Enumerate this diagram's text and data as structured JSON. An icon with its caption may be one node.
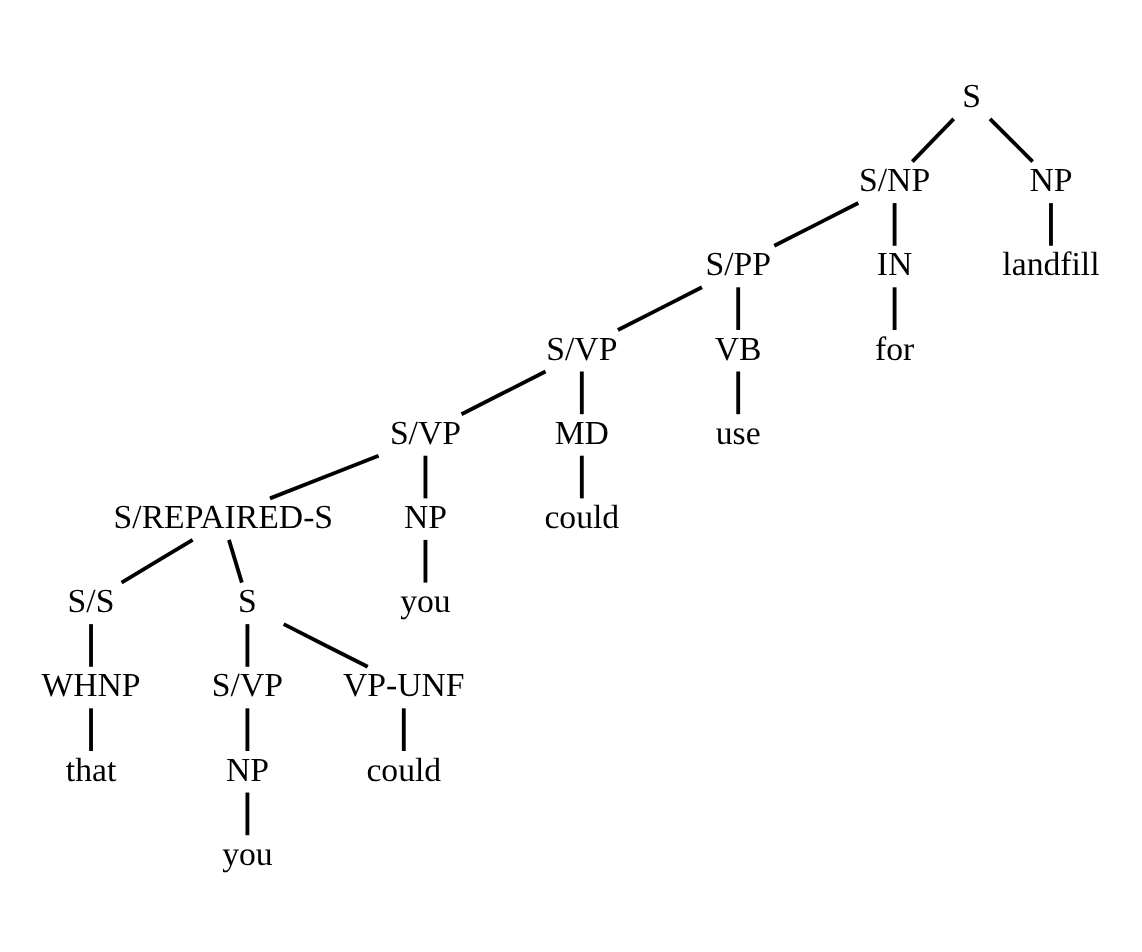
{
  "diagram": {
    "nodes": [
      {
        "text": [
          "S"
        ]
      },
      {
        "text": [
          "S/NP"
        ]
      },
      {
        "text": [
          "NP"
        ]
      },
      {
        "text": [
          "S/PP"
        ]
      },
      {
        "text": [
          "IN"
        ]
      },
      {
        "text": [
          "landfill"
        ]
      },
      {
        "text": [
          "S/VP"
        ]
      },
      {
        "text": [
          "VB"
        ]
      },
      {
        "text": [
          "for"
        ]
      },
      {
        "text": [
          "S/VP"
        ]
      },
      {
        "text": [
          "MD"
        ]
      },
      {
        "text": [
          "use"
        ]
      },
      {
        "text": [
          "S/REPAIRED-S"
        ]
      },
      {
        "text": [
          "NP"
        ]
      },
      {
        "text": [
          "could"
        ]
      },
      {
        "text": [
          "S/S"
        ]
      },
      {
        "text": [
          "S"
        ]
      },
      {
        "text": [
          "you"
        ]
      },
      {
        "text": [
          "WHNP"
        ]
      },
      {
        "text": [
          "S/VP"
        ]
      },
      {
        "text": [
          "VP-UNF"
        ]
      },
      {
        "text": [
          "that"
        ]
      },
      {
        "text": [
          "NP"
        ]
      },
      {
        "text": [
          "could"
        ]
      },
      {
        "text": [
          "you"
        ]
      }
    ],
    "edges": [
      {
        "from": 0,
        "to": 1,
        "arrow": "none"
      },
      {
        "from": 0,
        "to": 2,
        "arrow": "none"
      },
      {
        "from": 1,
        "to": 3,
        "arrow": "none"
      },
      {
        "from": 1,
        "to": 4,
        "arrow": "none"
      },
      {
        "from": 2,
        "to": 5,
        "arrow": "none"
      },
      {
        "from": 3,
        "to": 6,
        "arrow": "none"
      },
      {
        "from": 3,
        "to": 7,
        "arrow": "none"
      },
      {
        "from": 4,
        "to": 8,
        "arrow": "none"
      },
      {
        "from": 6,
        "to": 9,
        "arrow": "none"
      },
      {
        "from": 6,
        "to": 10,
        "arrow": "none"
      },
      {
        "from": 7,
        "to": 11,
        "arrow": "none"
      },
      {
        "from": 9,
        "to": 12,
        "arrow": "none"
      },
      {
        "from": 9,
        "to": 13,
        "arrow": "none"
      },
      {
        "from": 10,
        "to": 14,
        "arrow": "none"
      },
      {
        "from": 12,
        "to": 15,
        "arrow": "none"
      },
      {
        "from": 12,
        "to": 16,
        "arrow": "none"
      },
      {
        "from": 13,
        "to": 17,
        "arrow": "none"
      },
      {
        "from": 15,
        "to": 18,
        "arrow": "none"
      },
      {
        "from": 16,
        "to": 19,
        "arrow": "none"
      },
      {
        "from": 16,
        "to": 20,
        "arrow": "none"
      },
      {
        "from": 18,
        "to": 21,
        "arrow": "none"
      },
      {
        "from": 19,
        "to": 22,
        "arrow": "none"
      },
      {
        "from": 20,
        "to": 23,
        "arrow": "none"
      },
      {
        "from": 22,
        "to": 24,
        "arrow": "none"
      }
    ]
  }
}
